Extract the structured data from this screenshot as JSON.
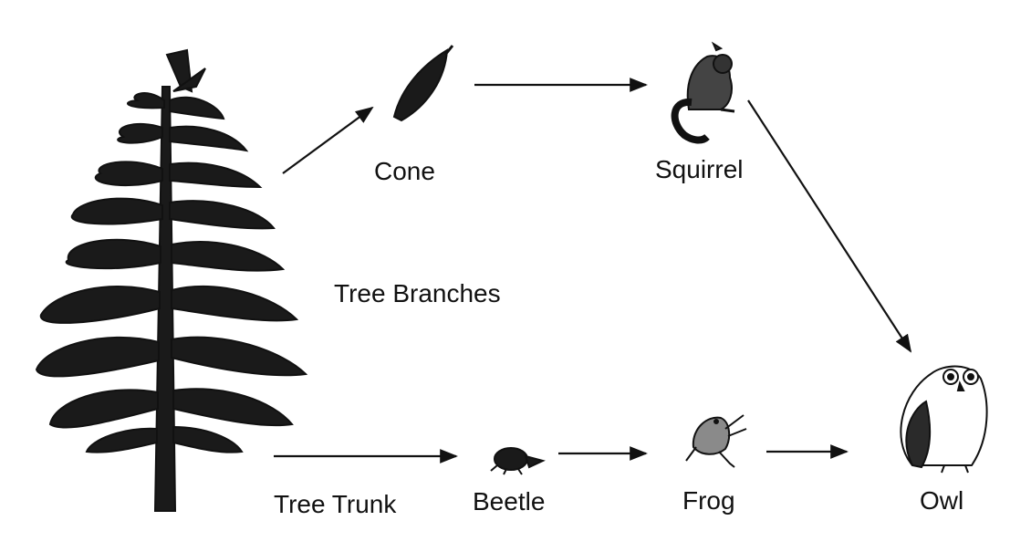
{
  "diagram": {
    "nodes": {
      "tree": {
        "icon": "pine-tree-icon"
      },
      "cone": {
        "label": "Cone",
        "icon": "pine-cone-icon"
      },
      "squirrel": {
        "label": "Squirrel",
        "icon": "squirrel-icon"
      },
      "owl": {
        "label": "Owl",
        "icon": "owl-icon"
      },
      "beetle": {
        "label": "Beetle",
        "icon": "beetle-icon"
      },
      "frog": {
        "label": "Frog",
        "icon": "frog-icon"
      }
    },
    "part_labels": {
      "branches": "Tree Branches",
      "trunk": "Tree Trunk"
    },
    "edges": [
      {
        "from": "tree",
        "to": "cone"
      },
      {
        "from": "cone",
        "to": "squirrel"
      },
      {
        "from": "squirrel",
        "to": "owl"
      },
      {
        "from": "tree",
        "to": "beetle"
      },
      {
        "from": "beetle",
        "to": "frog"
      },
      {
        "from": "frog",
        "to": "owl"
      }
    ],
    "colors": {
      "ink": "#111111",
      "background": "#ffffff"
    }
  }
}
